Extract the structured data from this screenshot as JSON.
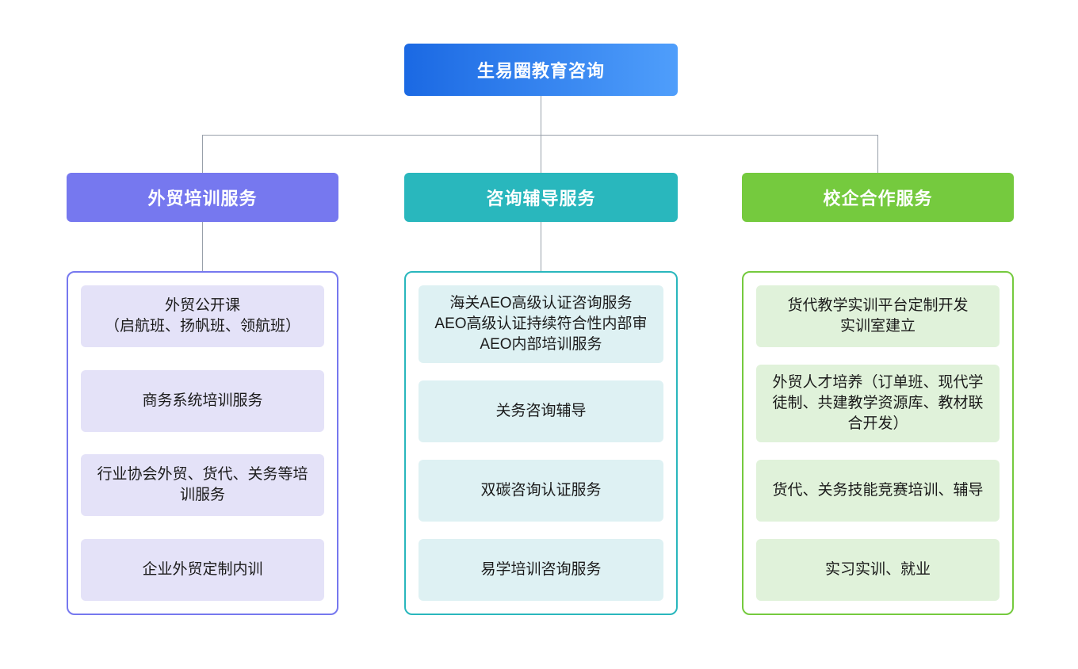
{
  "diagram_title": "生易圈教育咨询",
  "colors": {
    "background": "#ffffff",
    "root_gradient_from": "#1b69e3",
    "root_gradient_to": "#4f9efb",
    "connector": "#98a0aa",
    "item_text": "#1b1b1b"
  },
  "root": {
    "label": "生易圈教育咨询"
  },
  "branches": [
    {
      "label": "外贸培训服务",
      "header_color": "#7678ef",
      "border_color": "#7678ef",
      "item_bg": "#e4e2f8",
      "has_connector_to_panel": true,
      "items": [
        "外贸公开课\n（启航班、扬帆班、领航班）",
        "商务系统培训服务",
        "行业协会外贸、货代、关务等培\n训服务",
        "企业外贸定制内训"
      ]
    },
    {
      "label": "咨询辅导服务",
      "header_color": "#29b7bd",
      "border_color": "#29b7bd",
      "item_bg": "#def1f3",
      "has_connector_to_panel": true,
      "items": [
        "海关AEO高级认证咨询服务\nAEO高级认证持续符合性内部审\nAEO内部培训服务",
        "关务咨询辅导",
        "双碳咨询认证服务",
        "易学培训咨询服务"
      ]
    },
    {
      "label": "校企合作服务",
      "header_color": "#75ca3e",
      "border_color": "#75ca3e",
      "item_bg": "#e0f2da",
      "has_connector_to_panel": false,
      "items": [
        "货代教学实训平台定制开发\n实训室建立",
        "外贸人才培养（订单班、现代学\n徒制、共建教学资源库、教材联\n合开发）",
        "货代、关务技能竞赛培训、辅导",
        "实习实训、就业"
      ]
    }
  ]
}
